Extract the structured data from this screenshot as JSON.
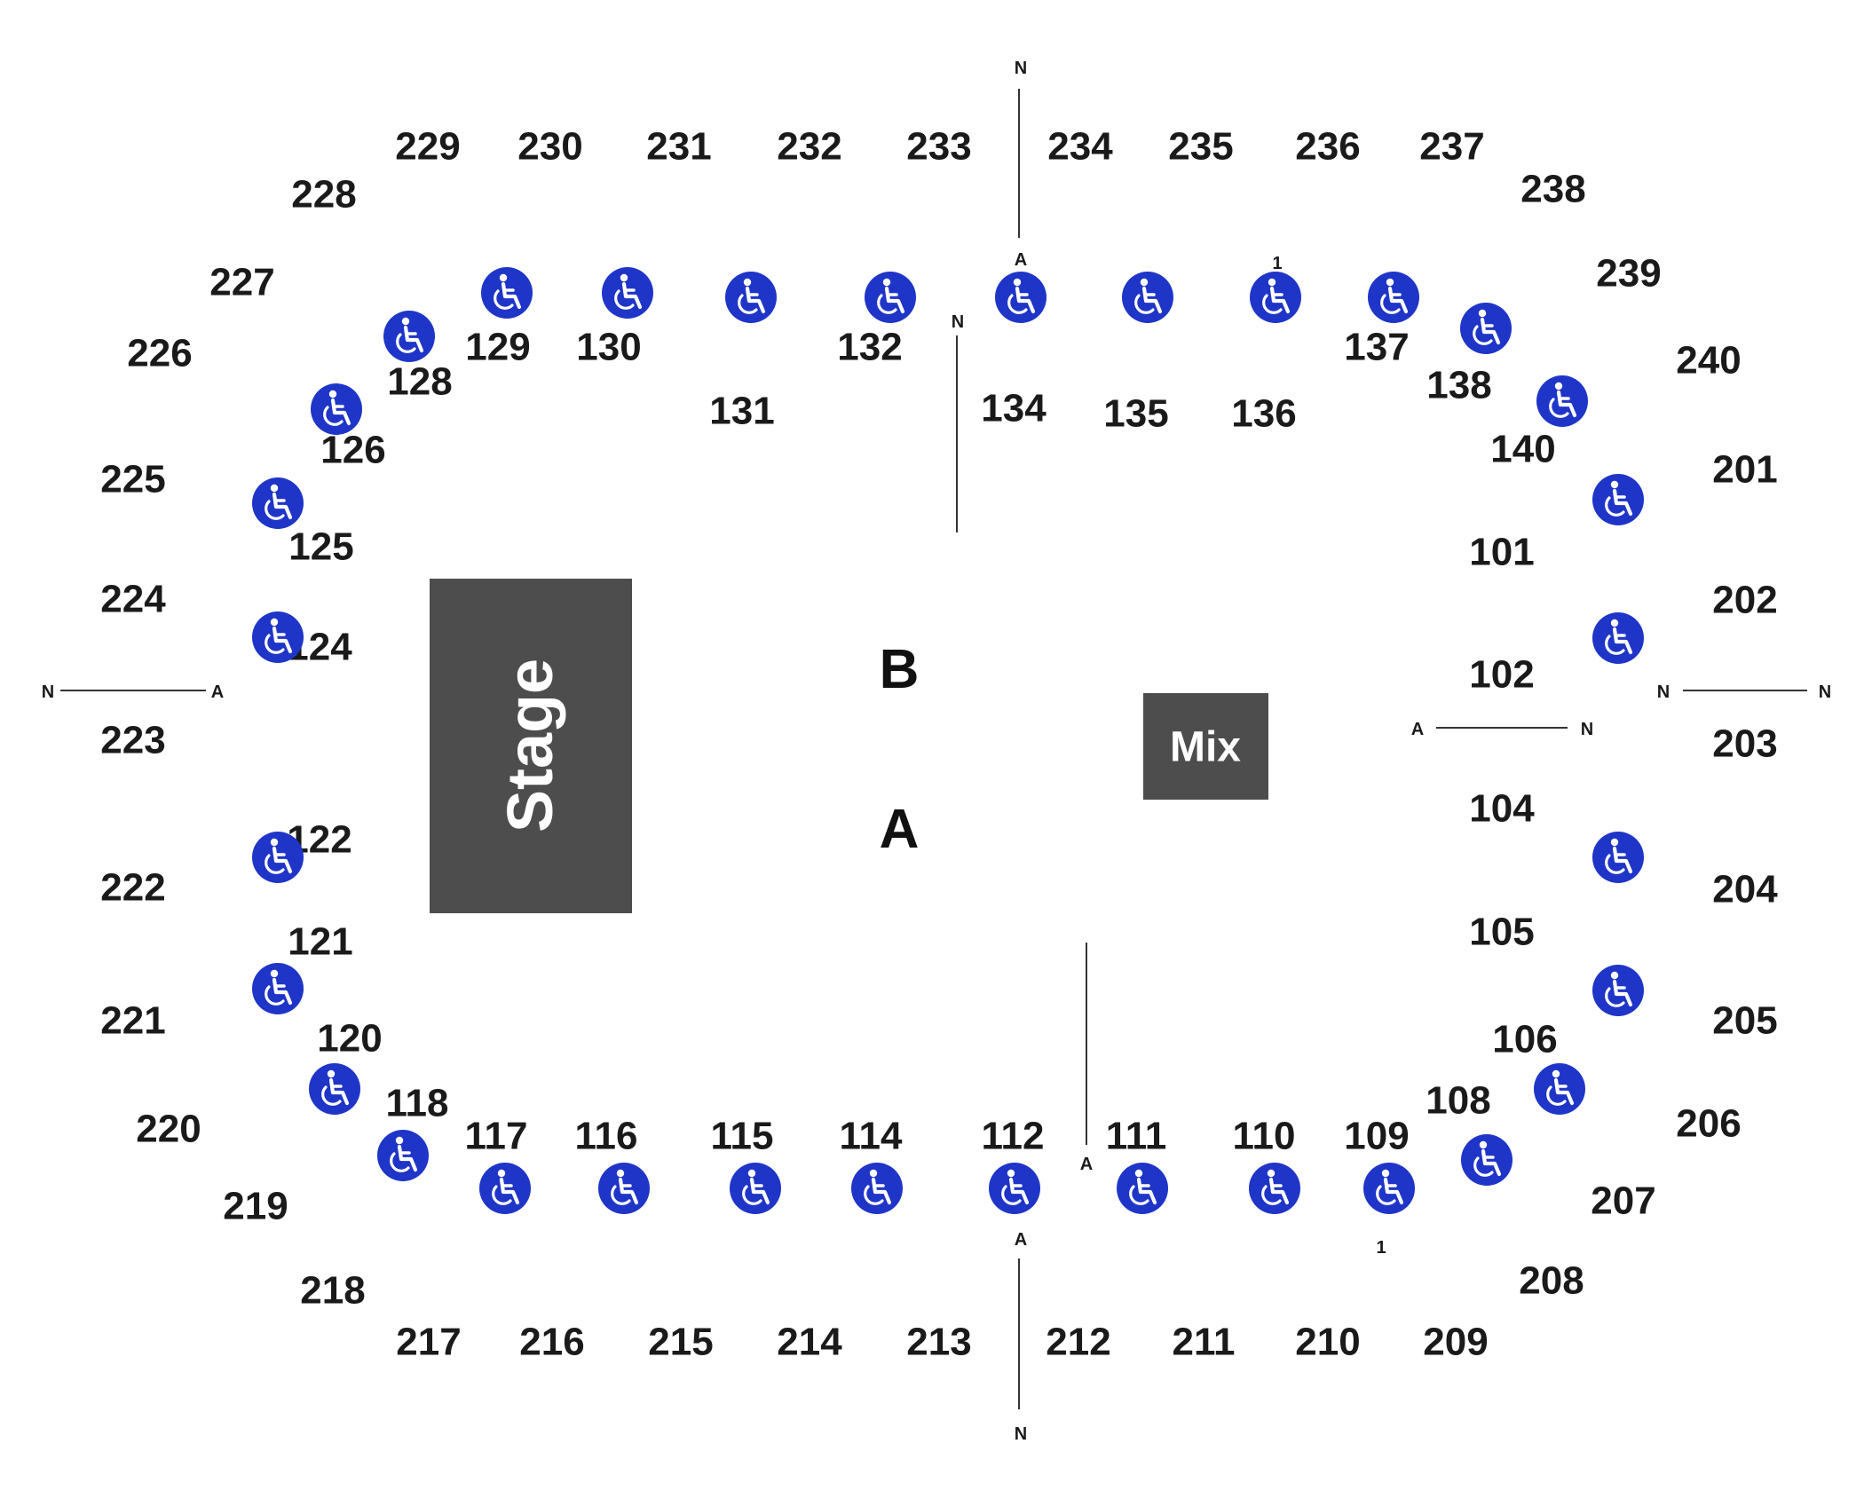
{
  "colors": {
    "accessible_fill": "#1f35c8",
    "block_fill": "#4d4d4d",
    "text": "#1a1a1a",
    "line": "#333333"
  },
  "stage_label": "Stage",
  "mix_label": "Mix",
  "zones": {
    "a": "A",
    "b": "B"
  },
  "upper_sections": [
    "229",
    "230",
    "231",
    "232",
    "233",
    "234",
    "235",
    "236",
    "237",
    "238",
    "228",
    "239",
    "227",
    "240",
    "226",
    "225",
    "201",
    "224",
    "202",
    "223",
    "203",
    "222",
    "204",
    "221",
    "205",
    "220",
    "206",
    "219",
    "207",
    "218",
    "208",
    "217",
    "216",
    "215",
    "214",
    "213",
    "212",
    "211",
    "210",
    "209"
  ],
  "lower_sections": [
    "129",
    "130",
    "132",
    "128",
    "137",
    "138",
    "131",
    "134",
    "135",
    "136",
    "126",
    "140",
    "125",
    "101",
    "124",
    "102",
    "104",
    "122",
    "105",
    "121",
    "120",
    "106",
    "118",
    "108",
    "117",
    "116",
    "115",
    "114",
    "112",
    "111",
    "110",
    "109"
  ],
  "aisle_markers": [
    "N",
    "A",
    "N",
    "A",
    "N",
    "A",
    "N",
    "A",
    "N",
    "N",
    "A",
    "N",
    "A",
    "1",
    "1"
  ],
  "accessible_icon": "wheelchair-icon",
  "accessible_count": 37
}
